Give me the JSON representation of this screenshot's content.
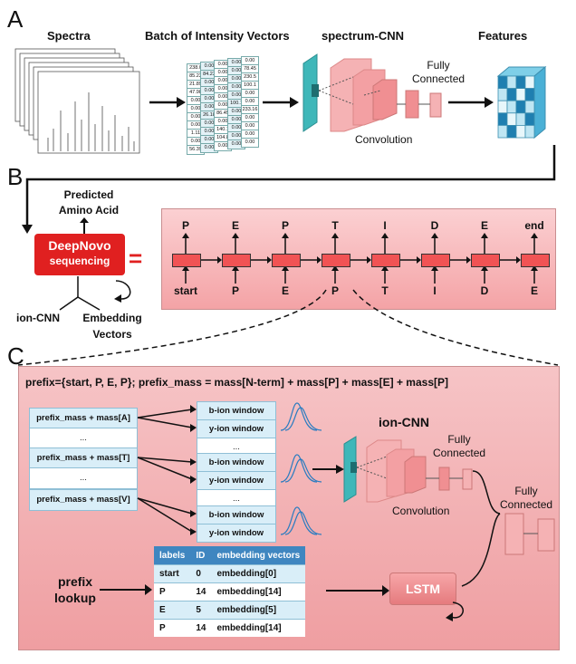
{
  "panels": {
    "a": "A",
    "b": "B",
    "c": "C"
  },
  "panel_a": {
    "spectra": "Spectra",
    "batch": "Batch of Intensity Vectors",
    "spectrum_cnn": "spectrum-CNN",
    "features": "Features",
    "fully_connected": "Fully\nConnected",
    "convolution": "Convolution",
    "matrix_values": [
      "238.0",
      "0.00",
      "0.00",
      "0.00",
      "0.00",
      "85.22",
      "84.23",
      "0.00",
      "0.00",
      "78.45",
      "21.89",
      "0.00",
      "0.00",
      "0.00",
      "230.5",
      "47.98",
      "0.00",
      "0.00",
      "0.00",
      "100.1",
      "0.00",
      "0.00",
      "0.00",
      "0.00",
      "0.00",
      "0.00",
      "0.00",
      "0.00",
      "100.1",
      "0.00",
      "0.00",
      "26.18",
      "86.45",
      "0.00",
      "233.16",
      "0.00",
      "0.00",
      "0.00",
      "0.00",
      "0.00",
      "1.11",
      "0.00",
      "140.1",
      "0.00",
      "0.00",
      "0.00",
      "0.00",
      "104.8",
      "0.00",
      "0.00",
      "56.39",
      "0.00",
      "0.00",
      "0.00",
      "0.00"
    ]
  },
  "panel_b": {
    "predicted": "Predicted",
    "amino_acid": "Amino Acid",
    "deepnovo": "DeepNovo",
    "sequencing": "sequencing",
    "equals": "=",
    "ion_cnn": "ion-CNN",
    "embedding": "Embedding",
    "vectors": "Vectors",
    "outputs": [
      "P",
      "E",
      "P",
      "T",
      "I",
      "D",
      "E",
      "end"
    ],
    "inputs": [
      "start",
      "P",
      "E",
      "P",
      "T",
      "I",
      "D",
      "E"
    ]
  },
  "panel_c": {
    "prefix_line": "prefix={start, P, E, P}; prefix_mass = mass[N-term] + mass[P] + mass[E] + mass[P]",
    "prefix_rows": [
      "prefix_mass + mass[A]",
      "...",
      "prefix_mass + mass[T]",
      "...",
      "prefix_mass + mass[V]"
    ],
    "windows": [
      "b-ion window",
      "y-ion window",
      "...",
      "b-ion window",
      "y-ion window",
      "...",
      "b-ion window",
      "y-ion window"
    ],
    "ion_cnn": "ion-CNN",
    "fully_connected": "Fully\nConnected",
    "convolution": "Convolution",
    "fully_connected_2": "Fully\nConnected",
    "lstm": "LSTM",
    "prefix": "prefix",
    "lookup": "lookup",
    "table_headers": [
      "labels",
      "ID",
      "embedding vectors"
    ],
    "table_rows": [
      [
        "start",
        "0",
        "embedding[0]"
      ],
      [
        "P",
        "14",
        "embedding[14]"
      ],
      [
        "E",
        "5",
        "embedding[5]"
      ],
      [
        "P",
        "14",
        "embedding[14]"
      ]
    ]
  }
}
